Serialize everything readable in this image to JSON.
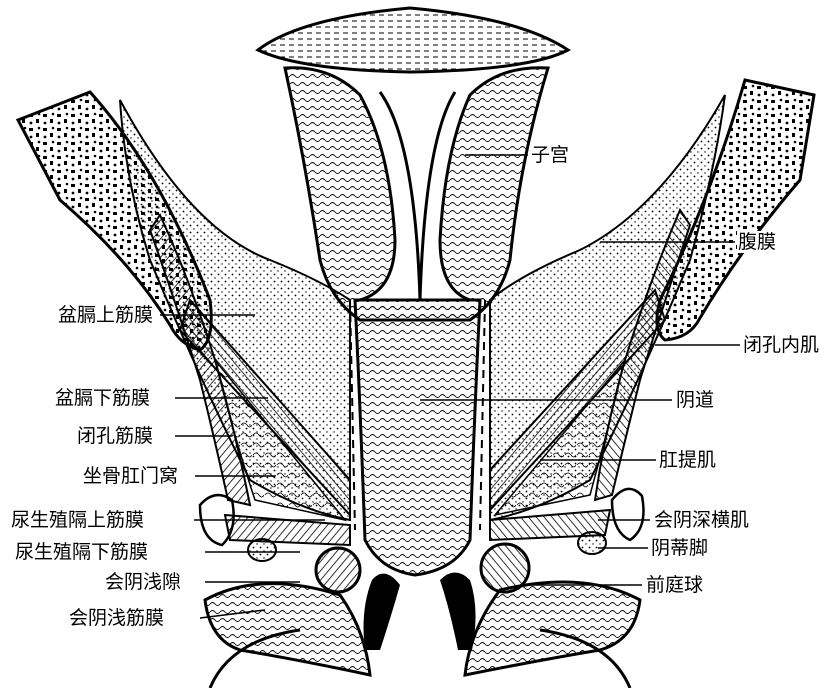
{
  "labels": {
    "uterus": "子宫",
    "peritoneum": "腹膜",
    "superior_pelvic_diaphragm_fascia": "盆膈上筋膜",
    "obturator_internus": "闭孔内肌",
    "inferior_pelvic_diaphragm_fascia": "盆膈下筋膜",
    "vagina": "阴道",
    "obturator_fascia": "闭孔筋膜",
    "levator_ani": "肛提肌",
    "ischioanal_fossa": "坐骨肛门窝",
    "superior_urogenital_fascia": "尿生殖隔上筋膜",
    "deep_transverse_perineal": "会阴深横肌",
    "inferior_urogenital_fascia": "尿生殖隔下筋膜",
    "crus_clitoris": "阴蒂脚",
    "superficial_perineal_space": "会阴浅隙",
    "vestibular_bulb": "前庭球",
    "superficial_perineal_fascia": "会阴浅筋膜"
  },
  "colors": {
    "ink": "#000000",
    "paper": "#ffffff"
  }
}
